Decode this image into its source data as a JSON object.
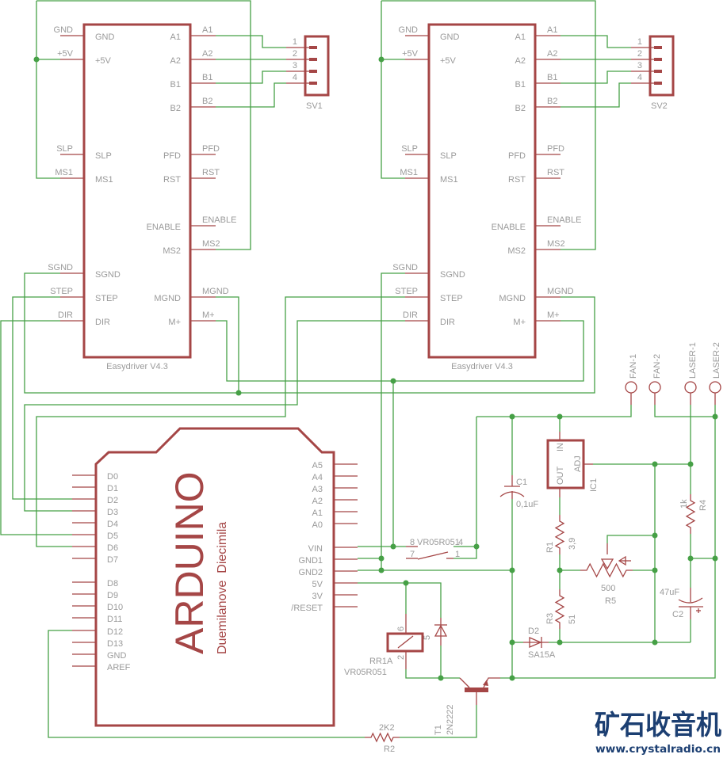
{
  "colors": {
    "wire": "#46a046",
    "symbol": "#a54646",
    "label": "#9a9a9a",
    "logo": "#1c3f72"
  },
  "drivers": [
    {
      "name": "Easydriver V4.3",
      "left_pins": [
        "GND",
        "+5V",
        "SLP",
        "MS1",
        "SGND",
        "STEP",
        "DIR"
      ],
      "right_pins": [
        "A1",
        "A2",
        "B1",
        "B2",
        "PFD",
        "RST",
        "ENABLE",
        "MS2",
        "MGND",
        "M+"
      ]
    },
    {
      "name": "Easydriver V4.3",
      "left_pins": [
        "GND",
        "+5V",
        "SLP",
        "MS1",
        "SGND",
        "STEP",
        "DIR"
      ],
      "right_pins": [
        "A1",
        "A2",
        "B1",
        "B2",
        "PFD",
        "RST",
        "ENABLE",
        "MS2",
        "MGND",
        "M+"
      ]
    }
  ],
  "connectors": [
    {
      "name": "SV1",
      "pins": [
        "1",
        "2",
        "3",
        "4"
      ]
    },
    {
      "name": "SV2",
      "pins": [
        "1",
        "2",
        "3",
        "4"
      ]
    }
  ],
  "arduino": {
    "title": "ARDUINO",
    "subtitle": "Duemilanove  Diecimila",
    "left_pins": [
      "D0",
      "D1",
      "D2",
      "D3",
      "D4",
      "D5",
      "D6",
      "D7",
      "D8",
      "D9",
      "D10",
      "D11",
      "D12",
      "D13",
      "GND",
      "AREF"
    ],
    "right_pins": [
      "A5",
      "A4",
      "A3",
      "A2",
      "A1",
      "A0",
      "VIN",
      "GND1",
      "GND2",
      "5V",
      "3V",
      "/RESET"
    ]
  },
  "terminals": [
    "FAN-1",
    "FAN-2",
    "LASER-1",
    "LASER-2"
  ],
  "components": {
    "c1": {
      "name": "C1",
      "value": "0,1uF"
    },
    "ic1": {
      "name": "IC1",
      "pin_in": "IN",
      "pin_out": "OUT",
      "pin_adj": "ADJ"
    },
    "r1": {
      "name": "R1",
      "value": "3,9"
    },
    "r3": {
      "name": "R3",
      "value": "51"
    },
    "r4": {
      "name": "R4",
      "value": "1k"
    },
    "r5": {
      "name": "R5",
      "value": "500"
    },
    "c2": {
      "name": "C2",
      "value": "47uF"
    },
    "d2": {
      "name": "D2",
      "value": "SA15A"
    },
    "relay_switch": {
      "value": "VR05R051",
      "pins": [
        "8",
        "7",
        "1",
        "4"
      ]
    },
    "relay_coil": {
      "name": "RR1A",
      "value": "VR05R051",
      "pins": [
        "6",
        "2",
        "5"
      ]
    },
    "t1": {
      "name": "T1",
      "value": "2N2222"
    },
    "r2": {
      "name": "R2",
      "value": "2K2"
    }
  },
  "logo": {
    "title": "矿石收音机",
    "url": "www.crystalradio.cn"
  }
}
